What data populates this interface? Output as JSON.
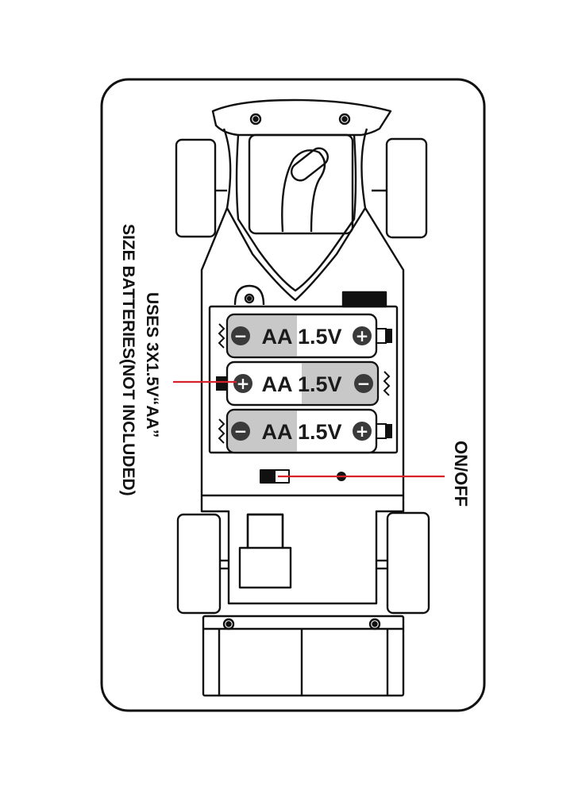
{
  "diagram": {
    "callouts": {
      "batteries_line1": "USES 3X1.5V“AA”",
      "batteries_line2": "SIZE BATTERIES(NOT INCLUDED)",
      "switch": "ON/OFF"
    },
    "batteries": [
      {
        "label": "AA 1.5V",
        "left_terminal": "−",
        "right_terminal": "+"
      },
      {
        "label": "AA 1.5V",
        "left_terminal": "+",
        "right_terminal": "−"
      },
      {
        "label": "AA 1.5V",
        "left_terminal": "−",
        "right_terminal": "+"
      }
    ],
    "colors": {
      "line": "#111111",
      "callout_line": "#d6202a",
      "battery_shade": "#c8c8c8",
      "terminal_fill": "#3a3a3a"
    }
  }
}
